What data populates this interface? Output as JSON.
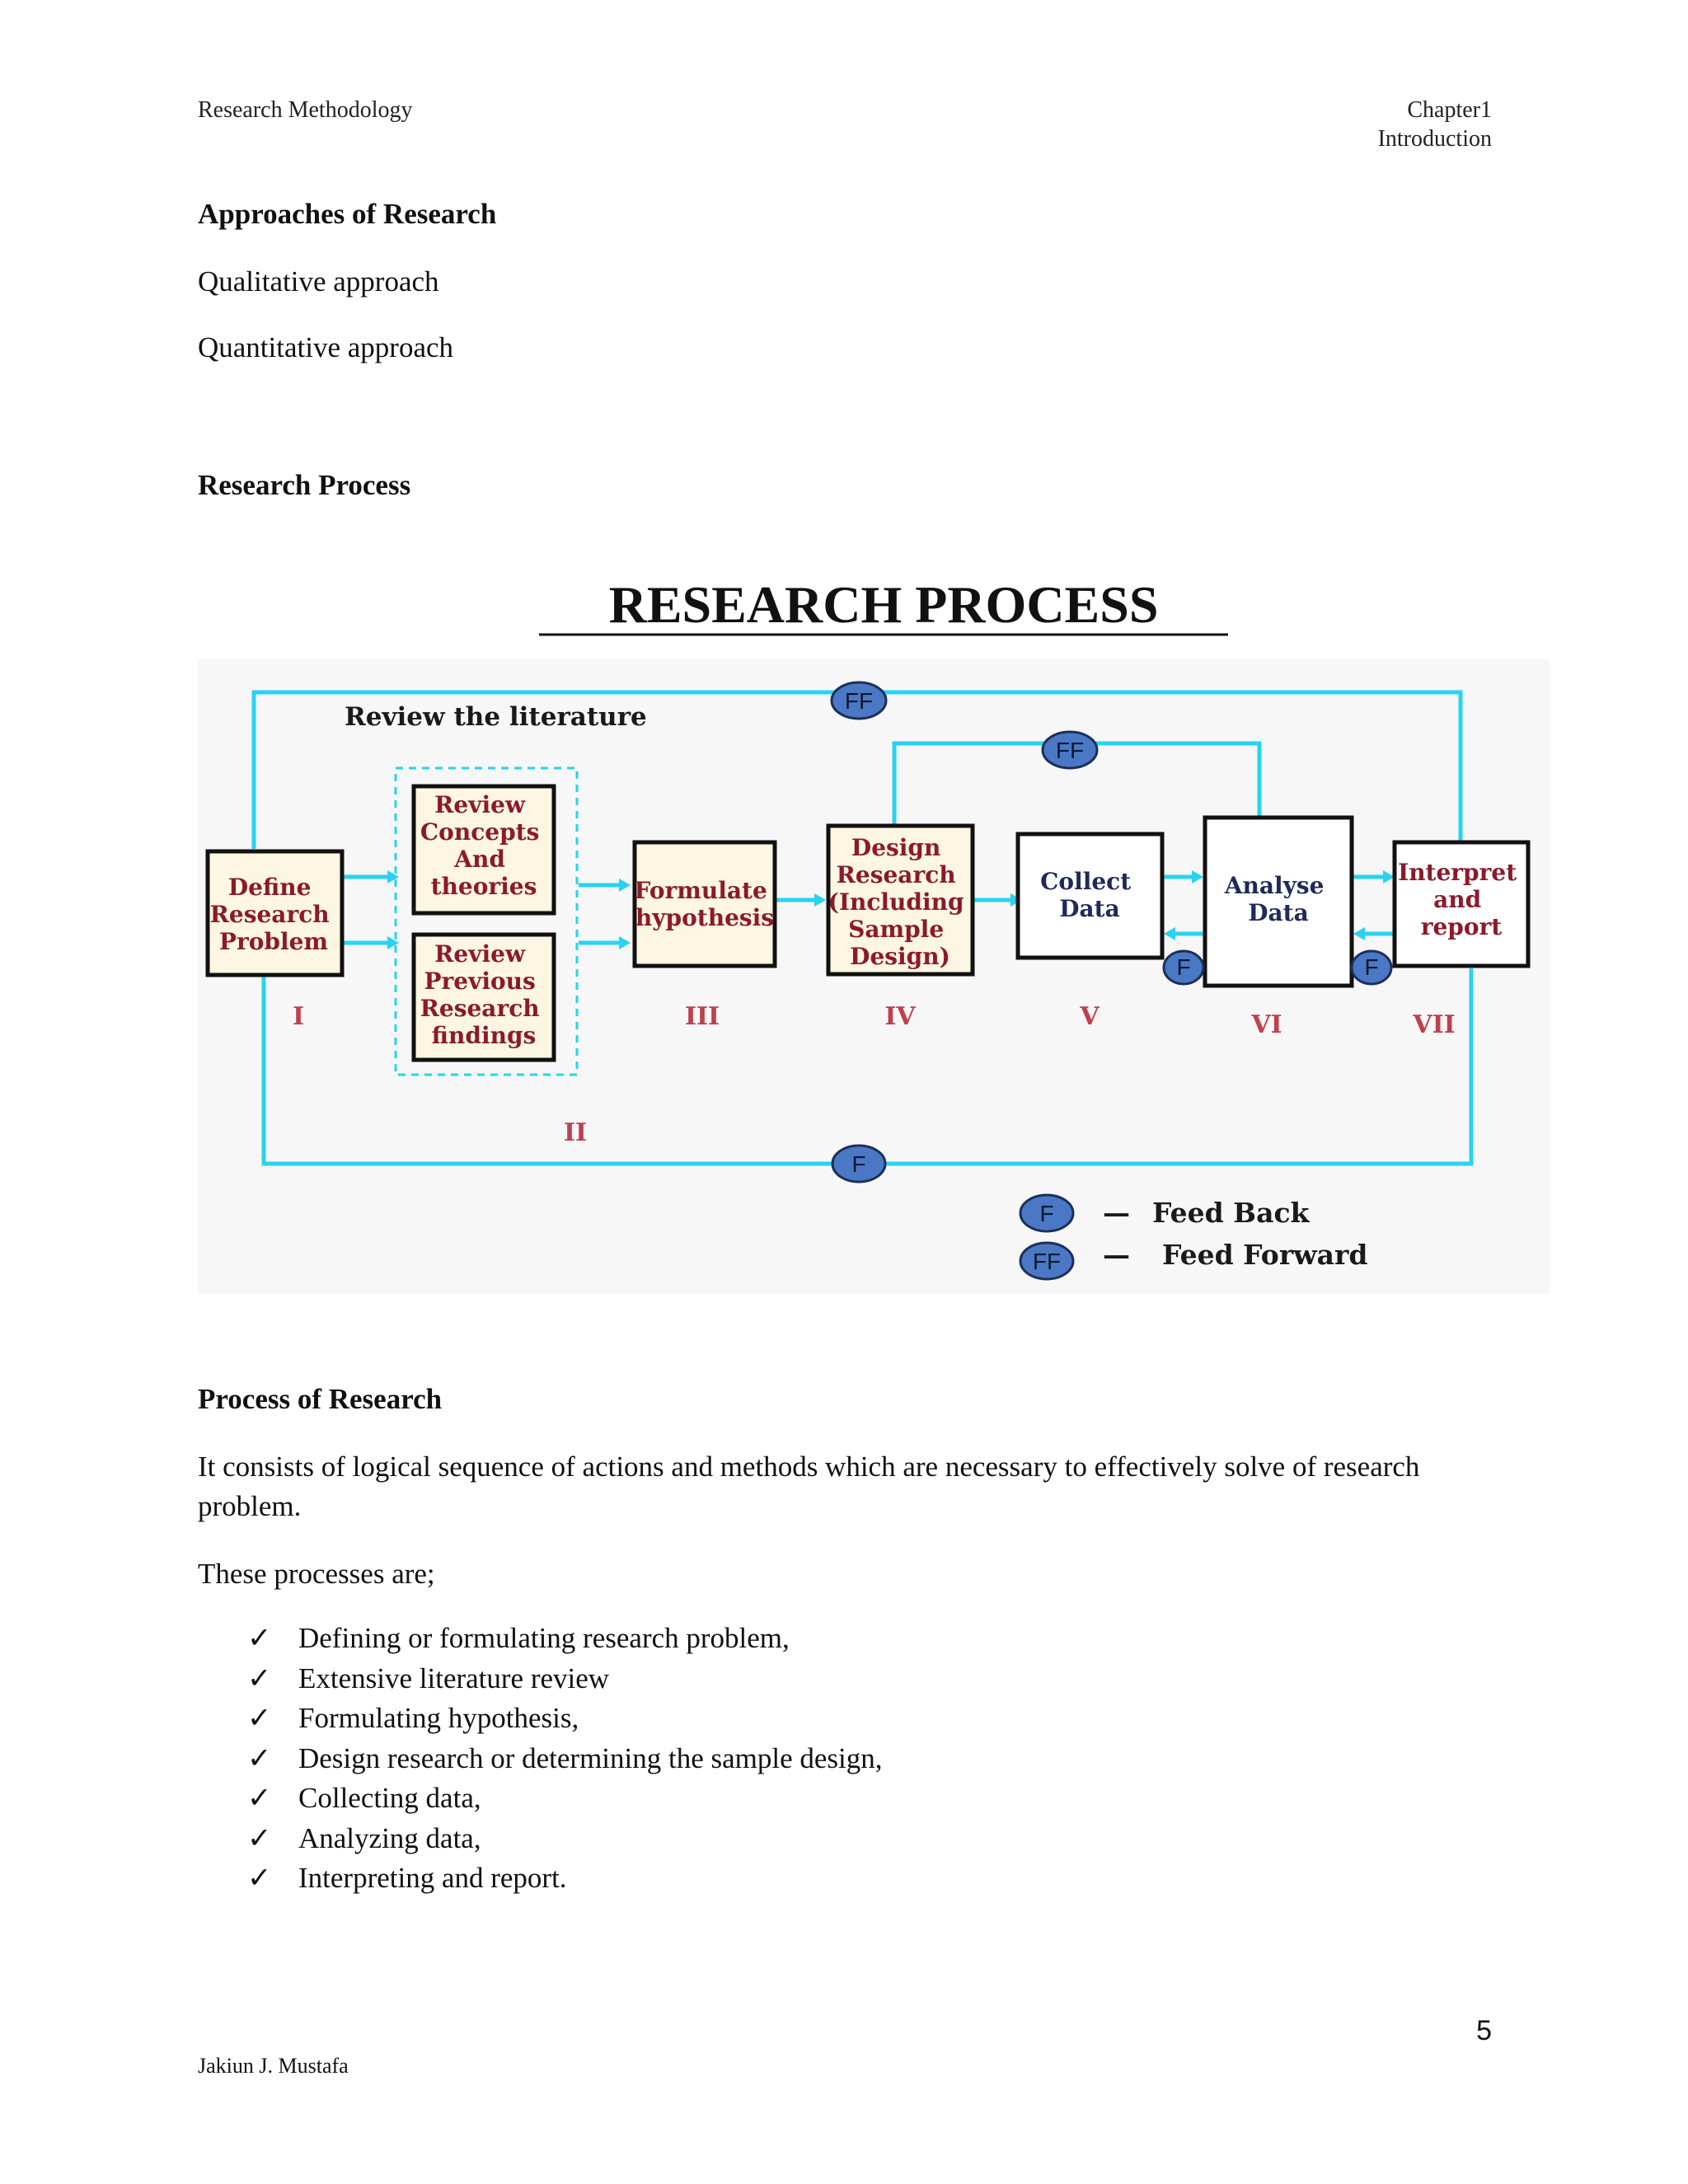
{
  "header": {
    "left": "Research Methodology",
    "right_line1": "Chapter1",
    "right_line2": "Introduction"
  },
  "approaches": {
    "heading": "Approaches of Research",
    "items": [
      "Qualitative approach",
      "Quantitative approach"
    ]
  },
  "research_process_heading": "Research Process",
  "diagram": {
    "title": "RESEARCH PROCESS",
    "review_label": "Review the literature",
    "boxes": {
      "define": [
        "Define",
        "Research",
        "Problem"
      ],
      "concepts": [
        "Review",
        "Concepts",
        "And",
        "theories"
      ],
      "previous": [
        "Review",
        "Previous",
        "Research",
        "findings"
      ],
      "formulate": [
        "Formulate",
        "hypothesis"
      ],
      "design": [
        "Design",
        "Research",
        "(Including",
        "Sample",
        "Design)"
      ],
      "collect": [
        "Collect",
        "Data"
      ],
      "analyse": [
        "Analyse",
        "Data"
      ],
      "interpret": [
        "Interpret",
        "and",
        "report"
      ]
    },
    "numerals": {
      "i": "I",
      "ii": "II",
      "iii": "III",
      "iv": "IV",
      "v": "V",
      "vi": "VI",
      "vii": "VII"
    },
    "circle_f": "F",
    "circle_ff": "FF",
    "legend": {
      "f_label": "Feed Back",
      "ff_label": "Feed Forward",
      "dash": "—"
    },
    "colors": {
      "flow_line": "#29d3f0",
      "circle_fill": "#4a78c4",
      "box_fill": "#fdf6e3",
      "label_color": "#8b1a2b"
    }
  },
  "process_of_research": {
    "heading": "Process of Research",
    "paragraph_line1": "It consists of logical sequence of actions and methods which are necessary to effectively solve of research",
    "paragraph_line2": "problem.",
    "intro": "These processes are;",
    "check_mark": "✓",
    "items": [
      "Defining or formulating research problem,",
      "Extensive literature review",
      "Formulating hypothesis,",
      "Design research or determining the sample design,",
      "Collecting data,",
      "Analyzing data,",
      "Interpreting and report."
    ]
  },
  "footer": {
    "page_number": "5",
    "author": "Jakiun J. Mustafa"
  }
}
